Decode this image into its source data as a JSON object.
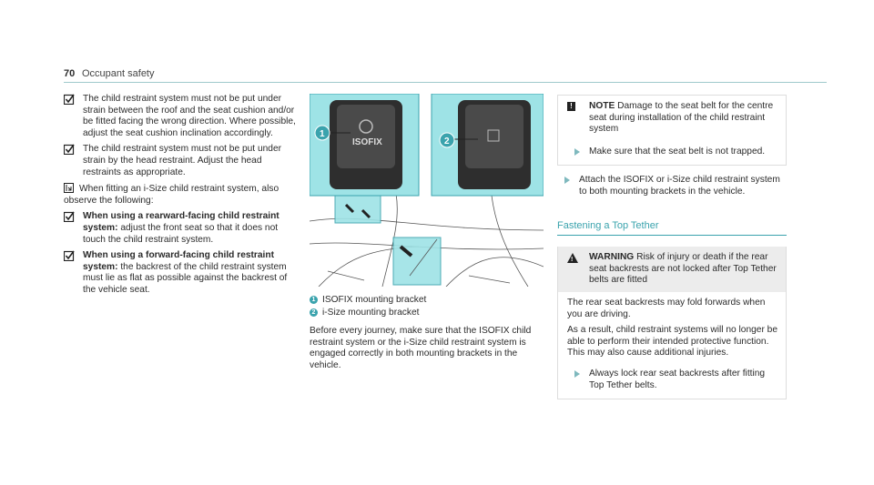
{
  "header": {
    "page_number": "70",
    "section": "Occupant safety"
  },
  "left": {
    "items": [
      {
        "text": "The child restraint system must not be put under strain between the roof and the seat cushion and/or be fitted facing the wrong direction. Where possible, adjust the seat cushion inclination accordingly."
      },
      {
        "text": "The child restraint system must not be put under strain by the head restraint. Adjust the head restraints as appropriate."
      }
    ],
    "isize_note": "When fitting an i-Size child restraint system, also observe the following:",
    "bold_items": [
      {
        "bold": "When using a rearward-facing child restraint system:",
        "text": " adjust the front seat so that it does not touch the child restraint system."
      },
      {
        "bold": "When using a forward-facing child restraint system:",
        "text": " the backrest of the child restraint system must lie as flat as possible against the backrest of the vehicle seat."
      }
    ]
  },
  "figure": {
    "label_isofix": "ISOFIX",
    "callout_1": "1",
    "callout_2": "2"
  },
  "middle": {
    "legend": [
      {
        "num": "1",
        "text": "ISOFIX mounting bracket"
      },
      {
        "num": "2",
        "text": "i-Size mounting bracket"
      }
    ],
    "paragraph": "Before every journey, make sure that the ISOFIX child restraint system or the i-Size child restraint system is engaged correctly in both mounting brackets in the vehicle."
  },
  "right": {
    "note": {
      "label": "NOTE",
      "text": "Damage to the seat belt for the centre seat during installation of the child restraint system",
      "step": "Make sure that the seat belt is not trapped."
    },
    "step_attach": "Attach the ISOFIX or i-Size child restraint system to both mounting brackets in the vehicle.",
    "section_title": "Fastening a Top Tether",
    "warning": {
      "label": "WARNING",
      "head_text": "Risk of injury or death if the rear seat backrests are not locked after Top Tether belts are fitted",
      "p1": "The rear seat backrests may fold forwards when you are driving.",
      "p2": "As a result, child restraint systems will no longer be able to perform their intended protective function. This may also cause additional injuries.",
      "step": "Always lock rear seat backrests after fitting Top Tether belts."
    }
  },
  "colors": {
    "accent": "#3aa3ad",
    "highlight": "#9ee3e6"
  }
}
